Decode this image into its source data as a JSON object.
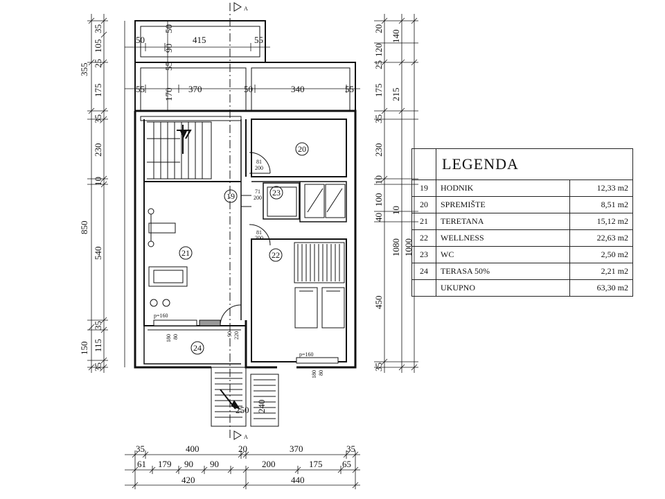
{
  "legend": {
    "title": "LEGENDA",
    "rows": [
      {
        "num": "19",
        "name": "HODNIK",
        "area": "12,33 m2"
      },
      {
        "num": "20",
        "name": "SPREMIŠTE",
        "area": "8,51 m2"
      },
      {
        "num": "21",
        "name": "TERETANA",
        "area": "15,12 m2"
      },
      {
        "num": "22",
        "name": "WELLNESS",
        "area": "22,63 m2"
      },
      {
        "num": "23",
        "name": "WC",
        "area": "2,50 m2"
      },
      {
        "num": "24",
        "name": "TERASA 50%",
        "area": "2,21 m2"
      }
    ],
    "total": {
      "name": "UKUPNO",
      "area": "63,30 m2"
    }
  },
  "plan": {
    "section_marker": "A",
    "rooms": {
      "r19": "19",
      "r20": "20",
      "r21": "21",
      "r22": "22",
      "r23": "23",
      "r24": "24"
    },
    "left_dims_outer": {
      "d355": "355",
      "d850": "850",
      "d150": "150"
    },
    "left_dims_inner": {
      "d35a": "35",
      "d105": "105",
      "d25": "25",
      "d175": "175",
      "d35b": "35",
      "d230": "230",
      "d10": "10",
      "d540": "540",
      "d35c": "35",
      "d115": "115",
      "d35d": "35"
    },
    "right_dims_inner": {
      "d20": "20",
      "d120": "120",
      "d25": "25",
      "d175": "175",
      "d35": "35",
      "d230": "230",
      "d10": "10",
      "d100": "100",
      "d40": "40",
      "d450": "450",
      "d35b": "35"
    },
    "right_dims_outer": {
      "d140": "140",
      "d215": "215",
      "d10": "10",
      "d1080": "1080",
      "d1000": "1000"
    },
    "top_rows": {
      "row1": {
        "d50a": "50",
        "d90": "90",
        "d415": "415",
        "d55": "55"
      },
      "row2": {
        "d55a": "55",
        "d170": "170",
        "d370": "370",
        "d50": "50",
        "d340": "340",
        "d55b": "55"
      },
      "v50": "50",
      "v55": "55"
    },
    "bottom_dims": {
      "row1": {
        "a": "35",
        "b": "400",
        "c": "20",
        "d": "370",
        "e": "35"
      },
      "row2": {
        "a": "61",
        "b": "179",
        "c": "90",
        "d": "90",
        "e": "200",
        "f": "175",
        "g": "65"
      },
      "row3": {
        "a": "420",
        "b": "440"
      }
    },
    "doors": {
      "d20_top": "81",
      "d20_bot": "200",
      "d23_top": "71",
      "d23_bot": "200",
      "d22_top": "81",
      "d22_bot": "200",
      "p160_left": "p=160",
      "p160_right": "p=160",
      "w180_left": "180",
      "w80_left": "80",
      "w90": "90",
      "w220": "220",
      "w180_right": "180",
      "w80_right": "80",
      "stair_250": "250",
      "stair_240": "240"
    }
  }
}
